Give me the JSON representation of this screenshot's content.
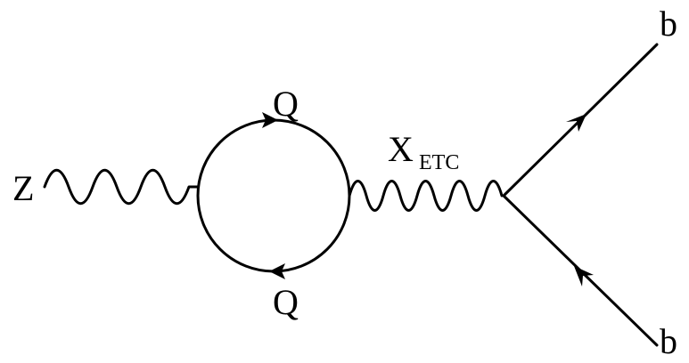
{
  "labels": {
    "boson_in": "Z",
    "loop_top": "Q",
    "loop_bottom": "Q",
    "etc_main": "X",
    "etc_sub": "ETC",
    "quark_out_top": "b",
    "quark_out_bottom": "b"
  },
  "colors": {
    "ink": "#000000",
    "background": "#ffffff"
  }
}
